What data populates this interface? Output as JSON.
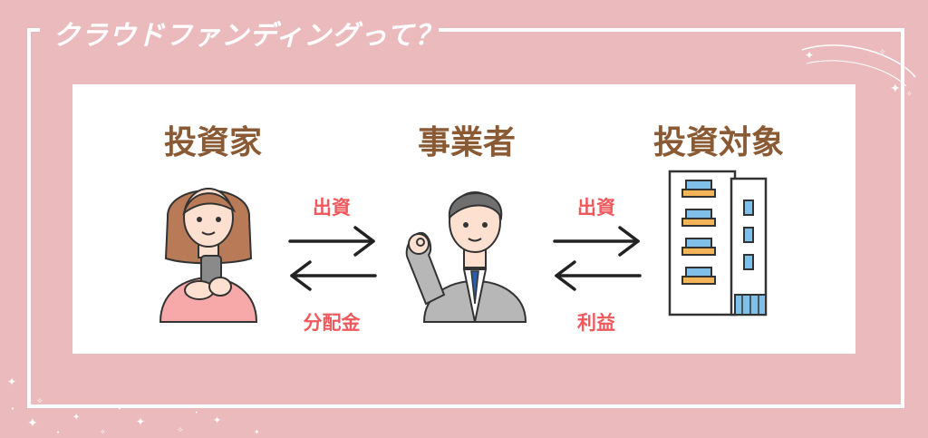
{
  "title": "クラウドファンディングって？",
  "nodes": {
    "investor": "投資家",
    "business": "事業者",
    "target": "投資対象"
  },
  "flows": {
    "investor_to_business": "出資",
    "business_to_investor": "分配金",
    "business_to_target": "出資",
    "target_to_business": "利益"
  },
  "colors": {
    "background": "#ebbabd",
    "heading": "#8a5a34",
    "flow_label": "#f0595c"
  }
}
